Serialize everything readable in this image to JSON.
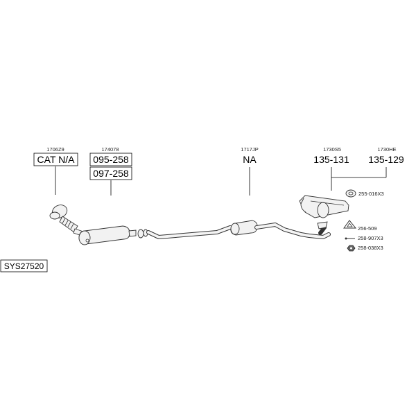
{
  "diagram": {
    "system_code": "SYS27520",
    "columns": [
      {
        "part_no": "1706Z9",
        "codes": [
          "CAT N/A"
        ]
      },
      {
        "part_no": "174078",
        "codes": [
          "095-258",
          "097-258"
        ]
      },
      {
        "part_no": "1717JP",
        "codes": [
          "NA"
        ]
      },
      {
        "part_no": "1730S5",
        "codes": [
          "135-131"
        ]
      },
      {
        "part_no": "1730HE",
        "codes": [
          "135-129"
        ]
      }
    ],
    "accessories": [
      {
        "label": "255-016X3",
        "icon": "rubber-hanger-icon"
      },
      {
        "label": "256-509",
        "icon": "gasket-icon"
      },
      {
        "label": "258-907X3",
        "icon": "bolt-icon"
      },
      {
        "label": "258-038X3",
        "icon": "nut-icon"
      }
    ]
  }
}
